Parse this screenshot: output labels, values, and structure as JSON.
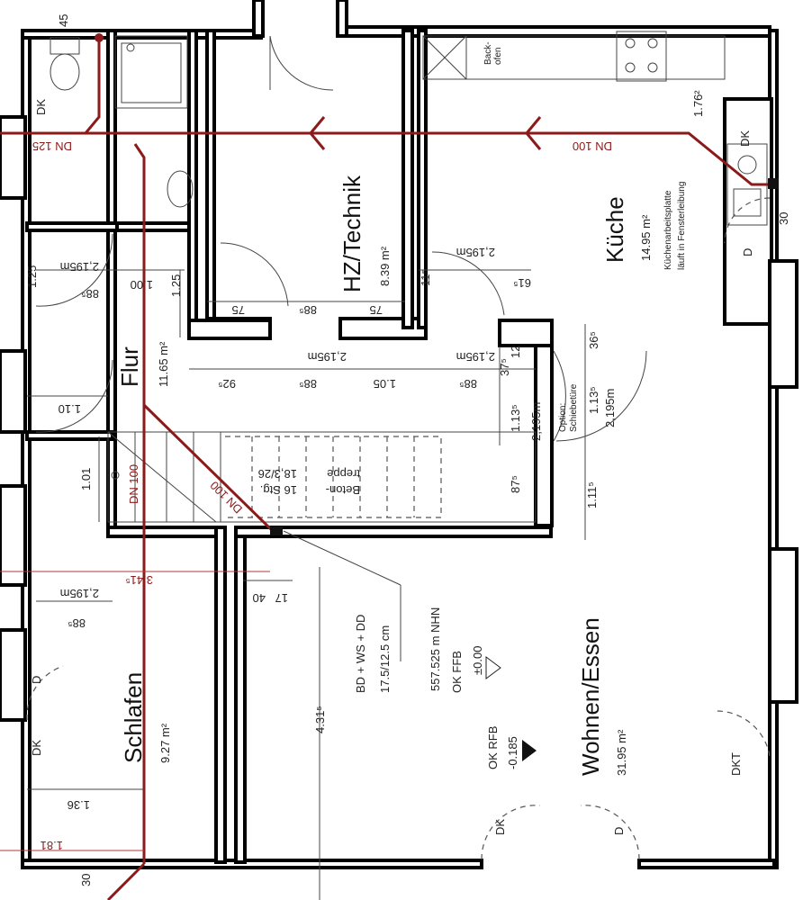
{
  "rooms": {
    "flur": {
      "name": "Flur",
      "area": "11.65 m²"
    },
    "hz": {
      "name": "HZ/Technik",
      "area": "8.39 m²"
    },
    "kueche": {
      "name": "Küche",
      "area": "14.95 m²",
      "note1": "Küchenarbeitsplatte",
      "note2": "läuft in Fensterleibung"
    },
    "schlafen": {
      "name": "Schlafen",
      "area": "9.27 m²"
    },
    "wohnen": {
      "name": "Wohnen/Essen",
      "area": "31.95 m²"
    }
  },
  "fixtures": {
    "backofen": "Back-\nofen",
    "treppe1": "Beton-",
    "treppe2": "treppe",
    "treppe3": "16 Stg.",
    "treppe4": "18,3/26",
    "option1": "Option:",
    "option2": "Schiebetüre"
  },
  "pipes": {
    "dn125": "DN 125",
    "dn100a": "DN 100",
    "dn100b": "DN 100",
    "dn100c": "DN 100"
  },
  "levels": {
    "nhn": "557.525 m NHN",
    "okffb": "OK FFB",
    "ffb_val": "±0.00",
    "okrfb": "OK RFB",
    "rfb_val": "-0.185",
    "floor_spec": "BD + WS + DD",
    "floor_thk": "17.5/12.5 cm"
  },
  "window_marks": {
    "dk": "DK",
    "d": "D",
    "dkt": "DKT"
  },
  "dimensions": {
    "d_2195": "2,195m",
    "d_88": "88⁵",
    "d_100": "1.00",
    "d_125": "1.25",
    "d_75": "75",
    "d_1135": "1.13⁵",
    "d_110": "1.10",
    "d_101": "1.01",
    "d_92": "92⁵",
    "d_105": "1.05",
    "d_61": "61⁵",
    "d_36": "36⁵",
    "d_37": "37⁵",
    "d_87": "87⁵",
    "d_111": "1.11⁵",
    "d_3415": "3.41⁵",
    "d_431": "4.31⁵",
    "d_136": "1.36",
    "d_181": "1.81",
    "d_176": "1.76²",
    "d_40": "40",
    "d_17": "17",
    "d_115": "11⁵",
    "d_12": "12",
    "d_45": "45",
    "d_30": "30",
    "d_125b": "1.25"
  },
  "colors": {
    "pipe": "#8b1a1a",
    "wall": "#000000"
  }
}
